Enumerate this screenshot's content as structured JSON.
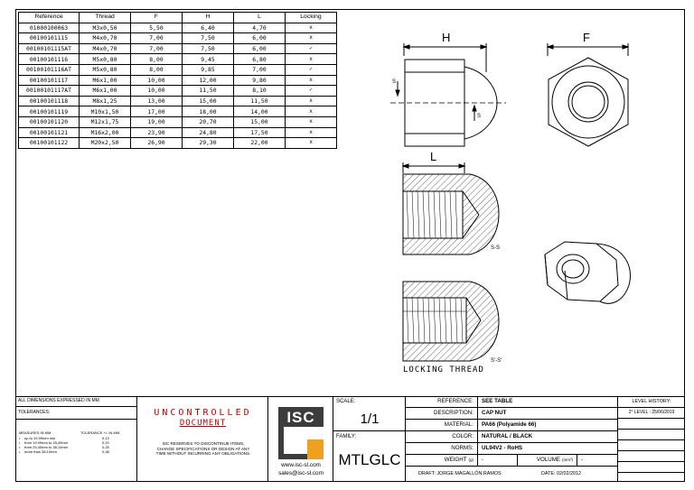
{
  "table": {
    "headers": [
      "Reference",
      "Thread",
      "F",
      "H",
      "L",
      "Locking"
    ],
    "rows": [
      [
        "01000100063",
        "M3x0,50",
        "5,50",
        "6,40",
        "4,70",
        "x"
      ],
      [
        "00100101115",
        "M4x0,70",
        "7,00",
        "7,50",
        "6,00",
        "x"
      ],
      [
        "00100101115AT",
        "M4x0,70",
        "7,00",
        "7,50",
        "6,00",
        "✓"
      ],
      [
        "00100101116",
        "M5x0,80",
        "8,00",
        "9,45",
        "6,80",
        "x"
      ],
      [
        "00100101116AT",
        "M5x0,80",
        "8,00",
        "9,85",
        "7,00",
        "✓"
      ],
      [
        "00100101117",
        "M6x1,00",
        "10,00",
        "12,00",
        "9,80",
        "x"
      ],
      [
        "00100101117AT",
        "M6x1,00",
        "10,00",
        "11,50",
        "8,10",
        "✓"
      ],
      [
        "00100101118",
        "M8x1,25",
        "13,00",
        "15,00",
        "11,50",
        "x"
      ],
      [
        "00100101119",
        "M10x1,50",
        "17,00",
        "18,00",
        "14,00",
        "x"
      ],
      [
        "00100101120",
        "M12x1,75",
        "19,00",
        "20,70",
        "15,00",
        "x"
      ],
      [
        "00100101121",
        "M16x2,00",
        "23,90",
        "24,80",
        "17,50",
        "x"
      ],
      [
        "00100101122",
        "M20x2,50",
        "26,90",
        "29,30",
        "22,00",
        "x"
      ]
    ]
  },
  "drawing": {
    "dim_h": "H",
    "dim_f": "F",
    "dim_l": "L",
    "section_s": "S",
    "section_s2": "S",
    "section_ss": "S-S",
    "section_ss2": "S'-S'",
    "locking_thread": "LOCKING THREAD"
  },
  "titleblock": {
    "all_dims": "ALL DIMENSIONS EXPRESSED IN MM",
    "tolerances": "TOLERANCES:",
    "measures": "MEASURES IN MM",
    "tolerance_mm": "TOLERANCE +/- IN MM",
    "tol_rows": [
      [
        "up to 19,99mm min",
        "0,13"
      ],
      [
        "from 19,99mm to 25,40mm",
        "0,20"
      ],
      [
        "from 25,40mm to 38,10mm",
        "0,25"
      ],
      [
        "more than 38,10mm",
        "0,38"
      ]
    ],
    "uncontrolled": "UNCONTROLLED",
    "document": "DOCUMENT",
    "disclaimer": "ISC RESERVES TO DISCONTINUE ITEMS, CHANGE SPECIFICATIONS OR DESIGN AT ANY TIME WITHOUT INCURRING ANY OBLIGATIONS.",
    "logo": "ISC",
    "web": "www.isc-sl.com",
    "email": "sales@isc-sl.com",
    "scale_label": "SCALE:",
    "scale_value": "1/1",
    "family_label": "FAMILY:",
    "family_value": "MTLGLC",
    "reference_label": "REFERENCE:",
    "reference_value": "SEE TABLE",
    "description_label": "DESCRIPTION:",
    "description_value": "CAP NUT",
    "material_label": "MATERIAL:",
    "material_value": "PA66 (Polyamide 66)",
    "color_label": "COLOR:",
    "color_value": "NATURAL / BLACK",
    "norms_label": "NORMS:",
    "norms_value": "UL94V2 - RoHS",
    "weight_label": "WEIGHT",
    "weight_unit": "(g)",
    "weight_value": "-",
    "volume_label": "VOLUME",
    "volume_unit": "(mm³)",
    "volume_value": "-",
    "draft": "DRAFT: JORGE MAGALLÓN RAMOS",
    "date": "DATE: 02/02/2012",
    "level_history": "LEVEL HISTORY:",
    "level_2": "2° LEVEL : 25/06/2019"
  }
}
